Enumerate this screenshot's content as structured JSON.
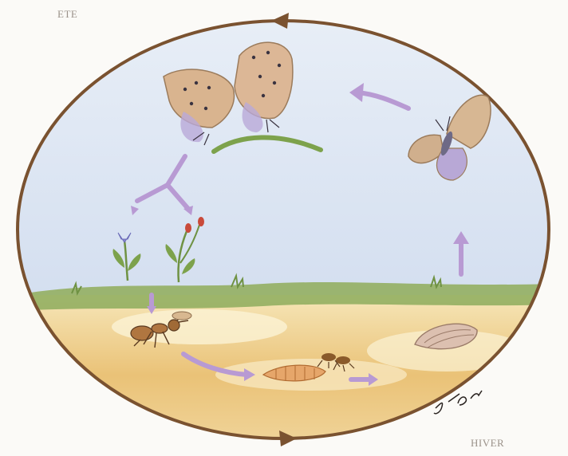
{
  "labels": {
    "summer": "ETE",
    "winter": "HIVER",
    "signature": "J.Lenz"
  },
  "colors": {
    "cycle_ring": "#7a5230",
    "sky": "#d7e2f0",
    "grass": "#8aa75a",
    "soil": "#e9c47a",
    "arrow": "#b89ad3",
    "butterfly_wing": "#c9a98a",
    "butterfly_body": "#6e6a86"
  },
  "stages": [
    {
      "name": "mating-butterflies",
      "icon": "butterfly-pair-icon"
    },
    {
      "name": "egg-laying-on-flowers",
      "icon": "gentian-flower-icon"
    },
    {
      "name": "caterpillar-with-ant",
      "icon": "ant-icon"
    },
    {
      "name": "caterpillar-in-nest",
      "icon": "caterpillar-icon"
    },
    {
      "name": "chrysalis",
      "icon": "chrysalis-icon"
    },
    {
      "name": "emerging-butterfly",
      "icon": "butterfly-icon"
    }
  ]
}
